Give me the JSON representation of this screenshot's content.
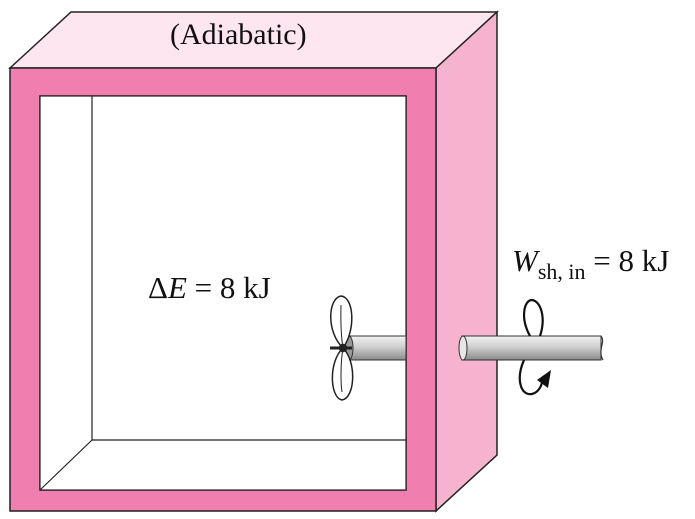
{
  "diagram": {
    "top_label": "(Adiabatic)",
    "energy": {
      "delta_symbol": "Δ",
      "variable": "E",
      "rest": " = 8 kJ"
    },
    "work": {
      "variable": "W",
      "subscript": "sh, in",
      "rest": " = 8 kJ"
    }
  },
  "colors": {
    "wall_front": "#f07fb0",
    "wall_top": "#fde6ef",
    "wall_side": "#f6b3cf",
    "shaft": "#c8c8c8",
    "outline": "#222222"
  }
}
